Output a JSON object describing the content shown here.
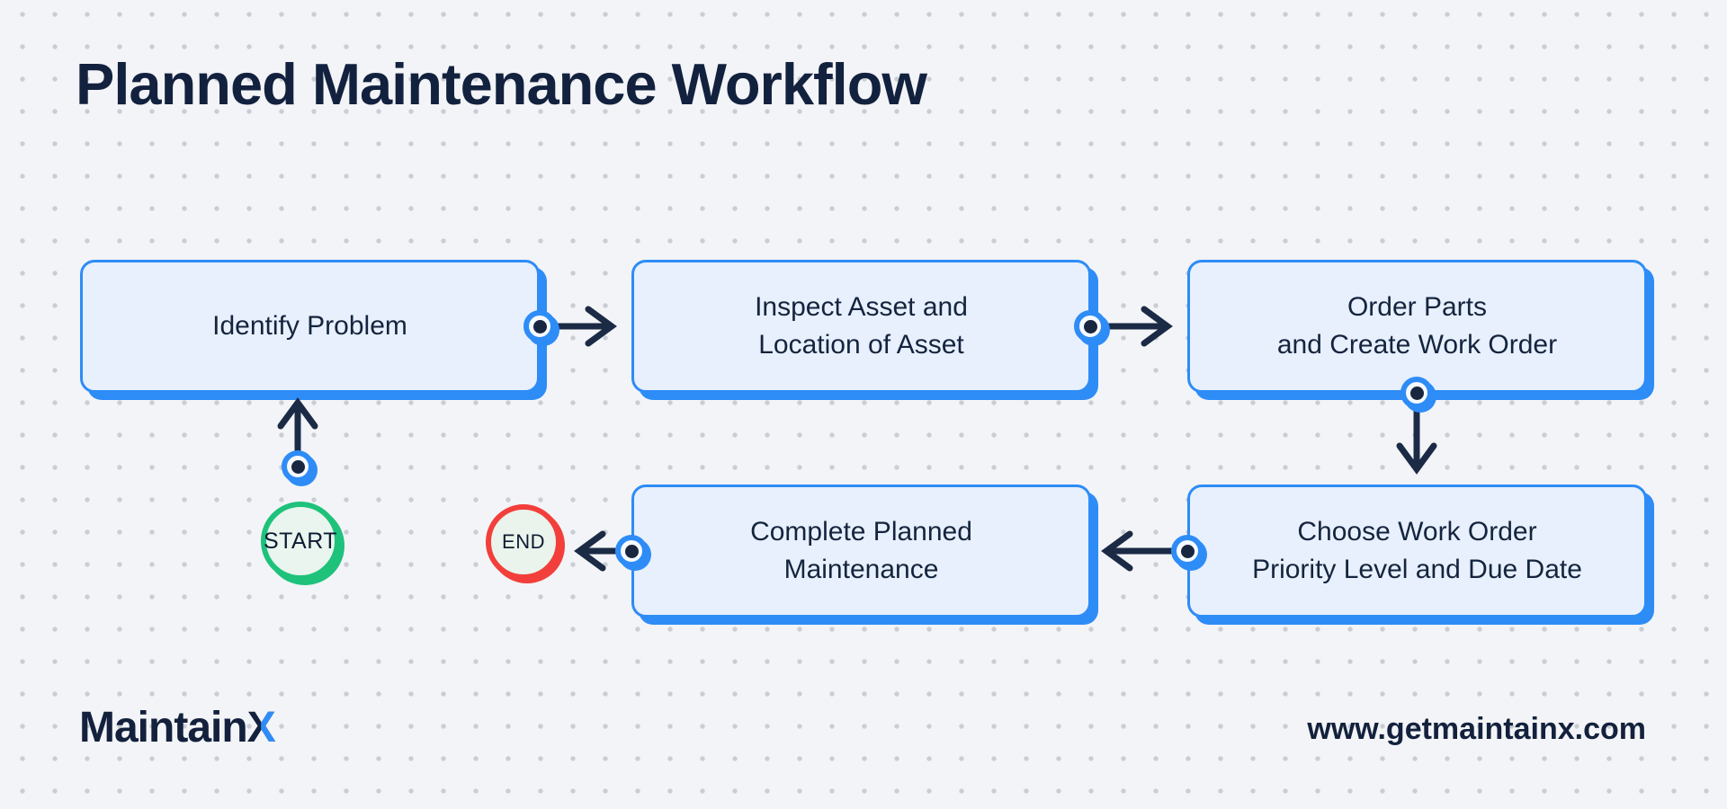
{
  "title": "Planned Maintenance Workflow",
  "diagram": {
    "boxes": [
      {
        "id": "identify-problem",
        "line1": "Identify Problem"
      },
      {
        "id": "inspect-asset",
        "line1": "Inspect Asset and",
        "line2": "Location of Asset"
      },
      {
        "id": "order-parts",
        "line1": "Order Parts",
        "line2": "and Create Work Order"
      },
      {
        "id": "choose-priority",
        "line1": "Choose Work Order",
        "line2": "Priority Level and Due Date"
      },
      {
        "id": "complete-maintenance",
        "line1": "Complete Planned",
        "line2": "Maintenance"
      }
    ],
    "terminals": {
      "start": "START",
      "end": "END"
    },
    "connections": [
      {
        "from": "start",
        "to": "identify-problem"
      },
      {
        "from": "identify-problem",
        "to": "inspect-asset"
      },
      {
        "from": "inspect-asset",
        "to": "order-parts"
      },
      {
        "from": "order-parts",
        "to": "choose-priority"
      },
      {
        "from": "choose-priority",
        "to": "complete-maintenance"
      },
      {
        "from": "complete-maintenance",
        "to": "end"
      }
    ]
  },
  "footer": {
    "logo_text": "Maintain",
    "logo_x": "X",
    "website": "www.getmaintainx.com"
  },
  "colors": {
    "accent_blue": "#2E8CF7",
    "navy": "#15243E",
    "box_fill": "#E7F0FC",
    "start_green": "#1EC27B",
    "end_red": "#F23F3B",
    "background": "#F3F4F7"
  }
}
